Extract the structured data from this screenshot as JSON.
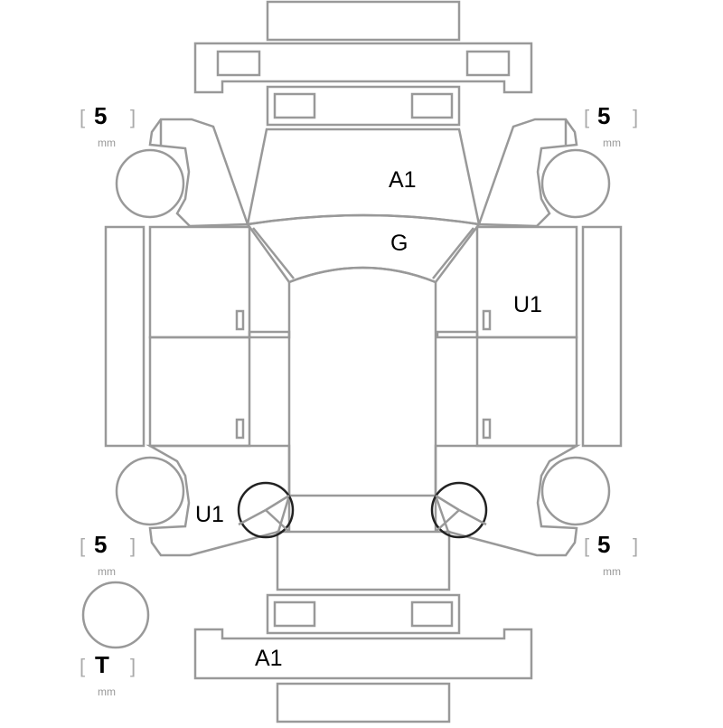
{
  "colors": {
    "outline": "#999999",
    "text": "#000000",
    "damage_circle": "#222222"
  },
  "damage_marks": [
    {
      "id": "hood",
      "code": "A1"
    },
    {
      "id": "windshield",
      "code": "G"
    },
    {
      "id": "right-door",
      "code": "U1"
    },
    {
      "id": "rear-left-quarter",
      "code": "U1"
    },
    {
      "id": "rear-bumper",
      "code": "A1"
    }
  ],
  "tires": [
    {
      "id": "front-left",
      "value": "5",
      "unit": "mm"
    },
    {
      "id": "front-right",
      "value": "5",
      "unit": "mm"
    },
    {
      "id": "rear-left",
      "value": "5",
      "unit": "mm"
    },
    {
      "id": "rear-right",
      "value": "5",
      "unit": "mm"
    },
    {
      "id": "spare",
      "value": "T",
      "unit": "mm"
    }
  ],
  "brackets": {
    "open": "[",
    "close": "]"
  },
  "icons": {
    "damage_circle": "circle-outline-icon",
    "tire": "tire-icon"
  }
}
